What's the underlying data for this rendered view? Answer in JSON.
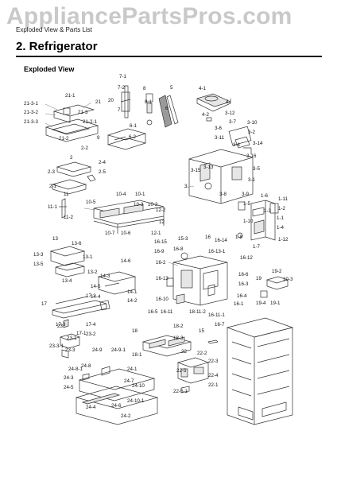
{
  "header": {
    "watermark": "AppliancePartsPros.com",
    "breadcrumb": "Exploded View & Parts List",
    "title": "2.  Refrigerator",
    "subtitle": "Exploded View"
  },
  "labels": [
    "21-1",
    "21-3-1",
    "21",
    "21-3-2",
    "21-3",
    "21-3-3",
    "21-2-1",
    "21-2",
    "7-1",
    "7-2",
    "20",
    "7",
    "8",
    "8-1",
    "5",
    "6",
    "4-1",
    "4",
    "4-2",
    "6-1",
    "6-2",
    "9",
    "3-12",
    "3-6",
    "3-7",
    "3-11",
    "3-10",
    "3-2",
    "3-4",
    "3-14",
    "3-16",
    "3-13",
    "3-5",
    "3-15",
    "3-1",
    "3",
    "3-8",
    "3-9",
    "2-2",
    "2",
    "2-4",
    "2-3",
    "2-5",
    "2-1",
    "11",
    "11-1",
    "11-2",
    "10-4",
    "10-5",
    "10-1",
    "10-2",
    "10-3",
    "12-2",
    "12",
    "10-7",
    "10-6",
    "12-1",
    "1-6",
    "1-11",
    "1-5",
    "1-2",
    "1-10",
    "1-3",
    "1-1",
    "1-4",
    "1-12",
    "1-8",
    "1-7",
    "13",
    "13-6",
    "13-3",
    "13-1",
    "13-5",
    "13-2",
    "13-4",
    "14-6",
    "14-3",
    "14-5",
    "14-4",
    "14-1",
    "14-2",
    "16-15",
    "15-3",
    "16",
    "16-14",
    "16-9",
    "16-8",
    "16-13-1",
    "16-2",
    "16-12",
    "16-13",
    "16-6",
    "16-3",
    "16-10",
    "16-4",
    "16-5",
    "16-11",
    "18-11-2",
    "16-11-1",
    "16-1",
    "16-7",
    "19",
    "19-2",
    "10-3",
    "19-4",
    "19-1",
    "17",
    "17-2",
    "17-3",
    "17-4",
    "17-1",
    "23",
    "23-2",
    "23-1",
    "23-3",
    "23-3-1",
    "18",
    "18-2",
    "18-3",
    "18-1",
    "15",
    "24-8",
    "24-9",
    "24-9-1",
    "24-8-1",
    "24-1",
    "24-7",
    "24-3",
    "24-5",
    "24-10",
    "24-4",
    "24-6",
    "24-10-1",
    "24-2",
    "22",
    "22-2",
    "22-3",
    "22-5",
    "22-4",
    "22-1",
    "22-5-1"
  ]
}
